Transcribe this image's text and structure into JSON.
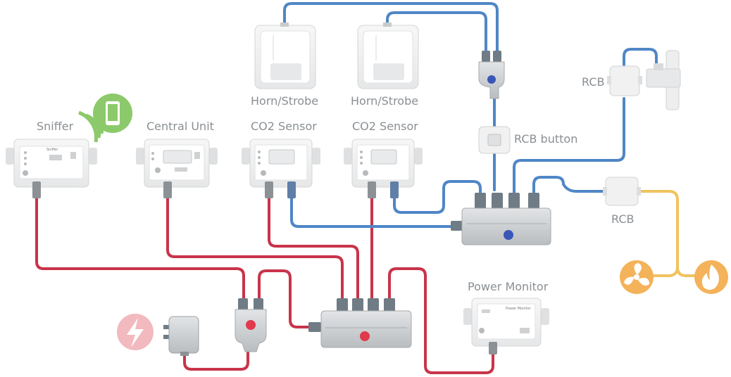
{
  "labels": {
    "sniffer": "Sniffer",
    "central_unit": "Central Unit",
    "co2_sensor_1": "CO2 Sensor",
    "co2_sensor_2": "CO2 Sensor",
    "horn_strobe_1": "Horn/Strobe",
    "horn_strobe_2": "Horn/Strobe",
    "rcb_button": "RCB button",
    "rcb_top": "RCB",
    "rcb_right": "RCB",
    "power_monitor": "Power Monitor"
  },
  "device_text": {
    "sniffer": "Sniffer",
    "power_monitor": "Power Monitor"
  },
  "icons": {
    "phone": "smartphone-wifi-icon",
    "power": "lightning-bolt-icon",
    "fan": "fan-icon",
    "fire": "flame-icon"
  },
  "colors": {
    "red_cable": "#c8344a",
    "blue_cable": "#4f86c6",
    "yellow_cable": "#f0c35f",
    "green_accent": "#8cc96a",
    "label_gray": "#8a8f93",
    "hub_body": "#cfd2d4",
    "red_dot": "#e03a4c",
    "blue_dot": "#3a56b8",
    "power_pink": "#f2b9bf",
    "orange_icon": "#f4b25a"
  }
}
